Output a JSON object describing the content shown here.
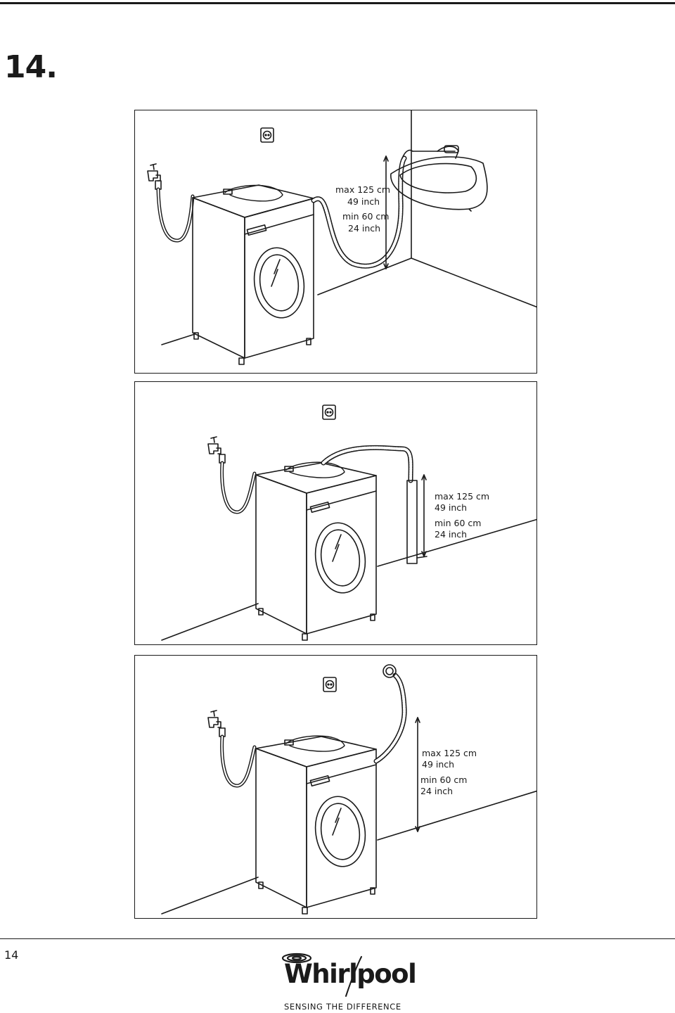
{
  "page": {
    "step_number": "14.",
    "page_number": "14"
  },
  "panels": [
    {
      "drain_type": "sink",
      "labels": {
        "max_cm": "max 125 cm",
        "max_inch": "49 inch",
        "min_cm": "min 60 cm",
        "min_inch": "24 inch"
      }
    },
    {
      "drain_type": "standpipe",
      "labels": {
        "max_cm": "max 125 cm",
        "max_inch": "49 inch",
        "min_cm": "min 60 cm",
        "min_inch": "24 inch"
      }
    },
    {
      "drain_type": "wall-drain",
      "labels": {
        "max_cm": "max 125 cm",
        "max_inch": "49 inch",
        "min_cm": "min 60 cm",
        "min_inch": "24 inch"
      }
    }
  ],
  "brand": {
    "name": "Whirlpool",
    "tagline": "SENSING THE DIFFERENCE"
  }
}
